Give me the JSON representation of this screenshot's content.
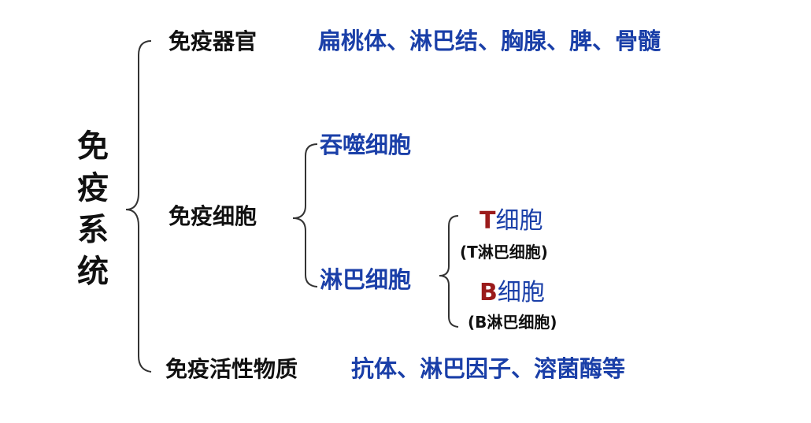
{
  "root": {
    "chars": [
      "免",
      "疫",
      "系",
      "统"
    ]
  },
  "branches": {
    "organs": {
      "label": "免疫器官",
      "detail": "扁桃体、淋巴结、胸腺、脾、骨髓"
    },
    "cells": {
      "label": "免疫细胞",
      "phagocyte": "吞噬细胞",
      "lymphocyte": {
        "label": "淋巴细胞",
        "t_cell": {
          "letter": "T",
          "name": "细胞",
          "note": "(T淋巴细胞)"
        },
        "b_cell": {
          "letter": "B",
          "name": "细胞",
          "note": "(B淋巴细胞)"
        }
      }
    },
    "substances": {
      "label": "免疫活性物质",
      "detail": "抗体、淋巴因子、溶菌酶等"
    }
  },
  "colors": {
    "label_black": "#111111",
    "detail_blue": "#1a3fa8",
    "letter_red": "#9b1b1b",
    "bracket": "#333333"
  }
}
